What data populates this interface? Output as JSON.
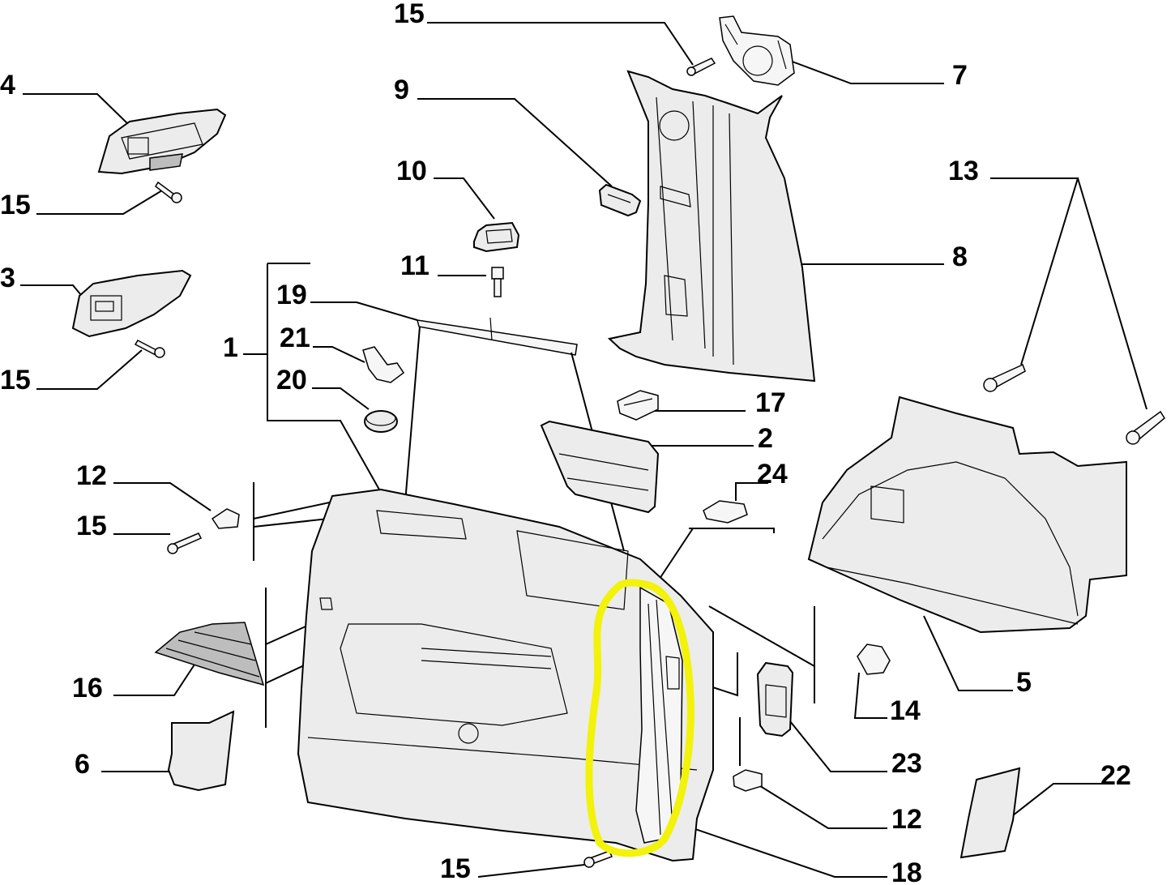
{
  "callouts": [
    {
      "id": "c15a",
      "text": "15"
    },
    {
      "id": "c7",
      "text": "7"
    },
    {
      "id": "c4",
      "text": "4"
    },
    {
      "id": "c15b",
      "text": "15"
    },
    {
      "id": "c9",
      "text": "9"
    },
    {
      "id": "c10",
      "text": "10"
    },
    {
      "id": "c13",
      "text": "13"
    },
    {
      "id": "c3",
      "text": "3"
    },
    {
      "id": "c11",
      "text": "11"
    },
    {
      "id": "c8",
      "text": "8"
    },
    {
      "id": "c19",
      "text": "19"
    },
    {
      "id": "c1",
      "text": "1"
    },
    {
      "id": "c21",
      "text": "21"
    },
    {
      "id": "c15c",
      "text": "15"
    },
    {
      "id": "c20",
      "text": "20"
    },
    {
      "id": "c17",
      "text": "17"
    },
    {
      "id": "c2",
      "text": "2"
    },
    {
      "id": "c12a",
      "text": "12"
    },
    {
      "id": "c24",
      "text": "24"
    },
    {
      "id": "c15d",
      "text": "15"
    },
    {
      "id": "c16",
      "text": "16"
    },
    {
      "id": "c14",
      "text": "14"
    },
    {
      "id": "c5",
      "text": "5"
    },
    {
      "id": "c6",
      "text": "6"
    },
    {
      "id": "c23",
      "text": "23"
    },
    {
      "id": "c22",
      "text": "22"
    },
    {
      "id": "c12b",
      "text": "12"
    },
    {
      "id": "c15e",
      "text": "15"
    },
    {
      "id": "c18",
      "text": "18"
    }
  ],
  "highlight_color": "#f2f20a",
  "line_color": "#000000",
  "part_fill": "#ececec"
}
